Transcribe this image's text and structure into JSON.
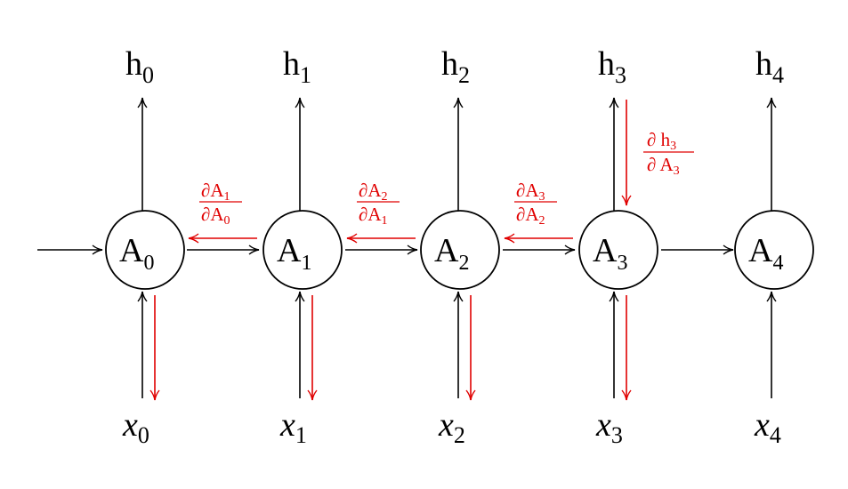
{
  "colors": {
    "forward": "#000000",
    "gradient": "#e00000"
  },
  "cells": [
    {
      "base": "A",
      "sub": "0"
    },
    {
      "base": "A",
      "sub": "1"
    },
    {
      "base": "A",
      "sub": "2"
    },
    {
      "base": "A",
      "sub": "3"
    },
    {
      "base": "A",
      "sub": "4"
    }
  ],
  "outputs": [
    {
      "base": "h",
      "sub": "0"
    },
    {
      "base": "h",
      "sub": "1"
    },
    {
      "base": "h",
      "sub": "2"
    },
    {
      "base": "h",
      "sub": "3"
    },
    {
      "base": "h",
      "sub": "4"
    }
  ],
  "inputs": [
    {
      "base": "x",
      "sub": "0"
    },
    {
      "base": "x",
      "sub": "1"
    },
    {
      "base": "x",
      "sub": "2"
    },
    {
      "base": "x",
      "sub": "3"
    },
    {
      "base": "x",
      "sub": "4"
    }
  ],
  "gradients": [
    {
      "num": "∂A",
      "num_sub": "1",
      "den": "∂A",
      "den_sub": "0"
    },
    {
      "num": "∂A",
      "num_sub": "2",
      "den": "∂A",
      "den_sub": "1"
    },
    {
      "num": "∂A",
      "num_sub": "3",
      "den": "∂A",
      "den_sub": "2"
    }
  ],
  "output_gradient": {
    "num": "∂ h",
    "num_sub": "3",
    "den": "∂ A",
    "den_sub": "3"
  }
}
